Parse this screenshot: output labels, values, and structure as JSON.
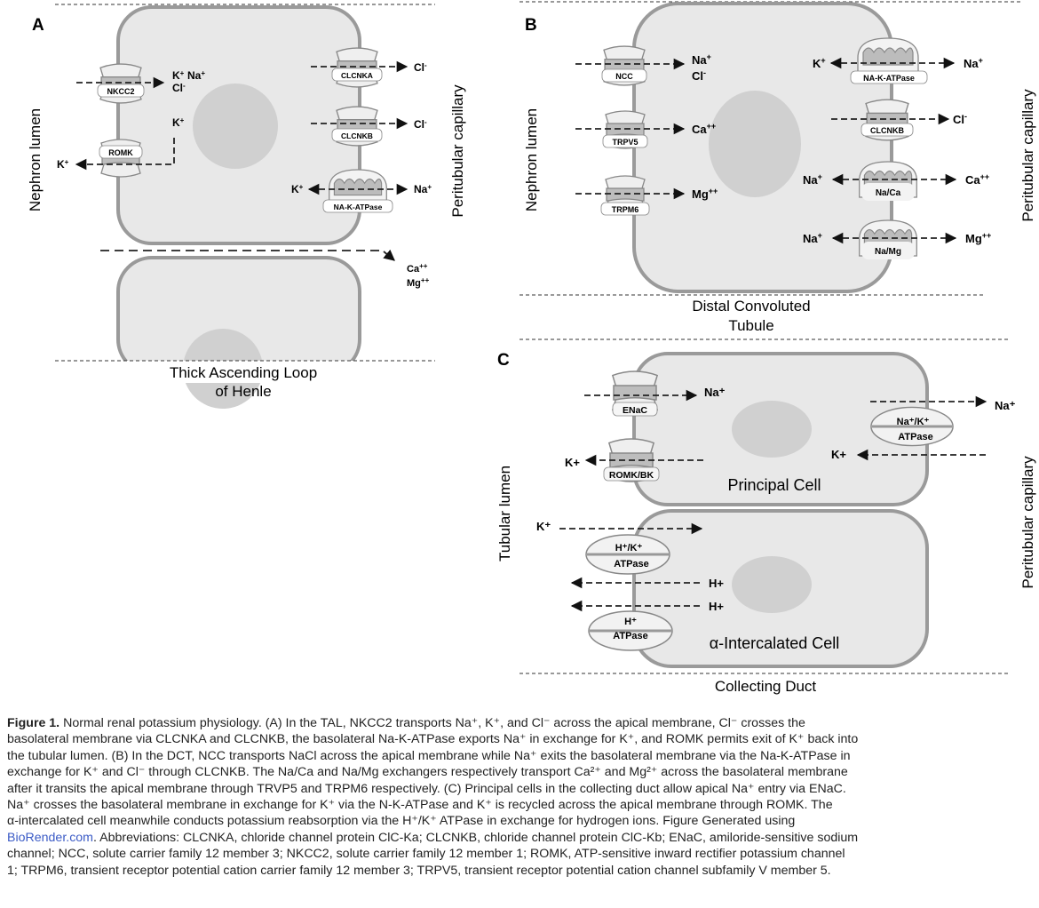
{
  "panels": {
    "A": {
      "letter": "A",
      "lumen": "Nephron lumen",
      "capillary": "Peritubular capillary",
      "segment_line1": "Thick Ascending Loop",
      "segment_line2": "of Henle",
      "transporters": [
        "NKCC2",
        "ROMK",
        "CLCNKA",
        "CLCNKB",
        "NA-K-ATPase"
      ],
      "ions": {
        "nkcc2_k": "K",
        "nkcc2_na": "Na",
        "nkcc2_cl": "Cl",
        "romk_k_in": "K",
        "romk_k_out": "K",
        "clcnka_cl": "Cl",
        "clcnkb_cl": "Cl",
        "atpase_k": "K",
        "atpase_na": "Na",
        "para_ca": "Ca",
        "para_mg": "Mg"
      }
    },
    "B": {
      "letter": "B",
      "lumen": "Nephron lumen",
      "capillary": "Peritubular capillary",
      "segment_line1": "Distal Convoluted",
      "segment_line2": "Tubule",
      "transporters": [
        "NCC",
        "TRPV5",
        "TRPM6",
        "NA-K-ATPase",
        "CLCNKB",
        "Na/Ca",
        "Na/Mg"
      ],
      "ions": {
        "ncc_na": "Na",
        "ncc_cl": "Cl",
        "trpv5_ca": "Ca",
        "trpm6_mg": "Mg",
        "atpase_k": "K",
        "atpase_na": "Na",
        "clcnkb_cl": "Cl",
        "naca_na": "Na",
        "naca_ca": "Ca",
        "namg_na": "Na",
        "namg_mg": "Mg"
      }
    },
    "C": {
      "letter": "C",
      "lumen": "Tubular lumen",
      "capillary": "Peritubular capillary",
      "segment": "Collecting Duct",
      "principal_cell": "Principal Cell",
      "intercalated_cell": "α-Intercalated Cell",
      "transporters": {
        "enac": "ENaC",
        "romk_bk": "ROMK/BK",
        "nak_line1": "Na⁺/K⁺",
        "nak_line2": "ATPase",
        "hk_line1": "H⁺/K⁺",
        "hk_line2": "ATPase",
        "h_line1": "H⁺",
        "h_line2": "ATPase"
      },
      "ions": {
        "enac_na": "Na⁺",
        "romk_k": "K+",
        "nak_na": "Na⁺",
        "nak_k": "K+",
        "hk_k": "K⁺",
        "h1": "H+",
        "h2": "H+"
      }
    }
  },
  "caption": {
    "p1": "Figure 1.",
    "p2": " Normal renal potassium physiology. (A) In the TAL, NKCC2 transports Na⁺, K⁺, and Cl⁻ across the apical membrane, Cl⁻ crosses the",
    "p3": "basolateral membrane via CLCNKA and CLCNKB, the basolateral Na-K-ATPase exports Na⁺ in exchange for K⁺, and ROMK permits exit of K⁺ back into",
    "p4": "the tubular lumen. (B) In the DCT, NCC transports NaCl across the apical membrane while Na⁺ exits the basolateral membrane via the Na-K-ATPase in",
    "p5": "exchange for K⁺ and Cl⁻ through CLCNKB. The Na/Ca and Na/Mg exchangers respectively transport Ca²⁺ and Mg²⁺ across the basolateral membrane",
    "p6": "after it transits the apical membrane through TRVP5 and TRPM6 respectively. (C) Principal cells in the collecting duct allow apical Na⁺ entry via ENaC.",
    "p7": "Na⁺ crosses the basolateral membrane in exchange for K⁺ via the N-K-ATPase and K⁺ is recycled across the apical membrane through ROMK. The",
    "p8": "α-intercalated cell meanwhile conducts potassium reabsorption via the H⁺/K⁺ ATPase in exchange for hydrogen ions. Figure Generated using",
    "p9": "BioRender.com",
    "p10": ". Abbreviations: CLCNKA, chloride channel protein ClC-Ka; CLCNKB, chloride channel protein ClC-Kb; ENaC, amiloride-sensitive sodium",
    "p11": "channel; NCC, solute carrier family 12 member 3; NKCC2, solute carrier family 12 member 1; ROMK, ATP-sensitive inward rectifier potassium channel",
    "p12": "1; TRPM6, transient receptor potential cation carrier family 12 member 3; TRPV5, transient receptor potential cation channel subfamily V member 5."
  }
}
